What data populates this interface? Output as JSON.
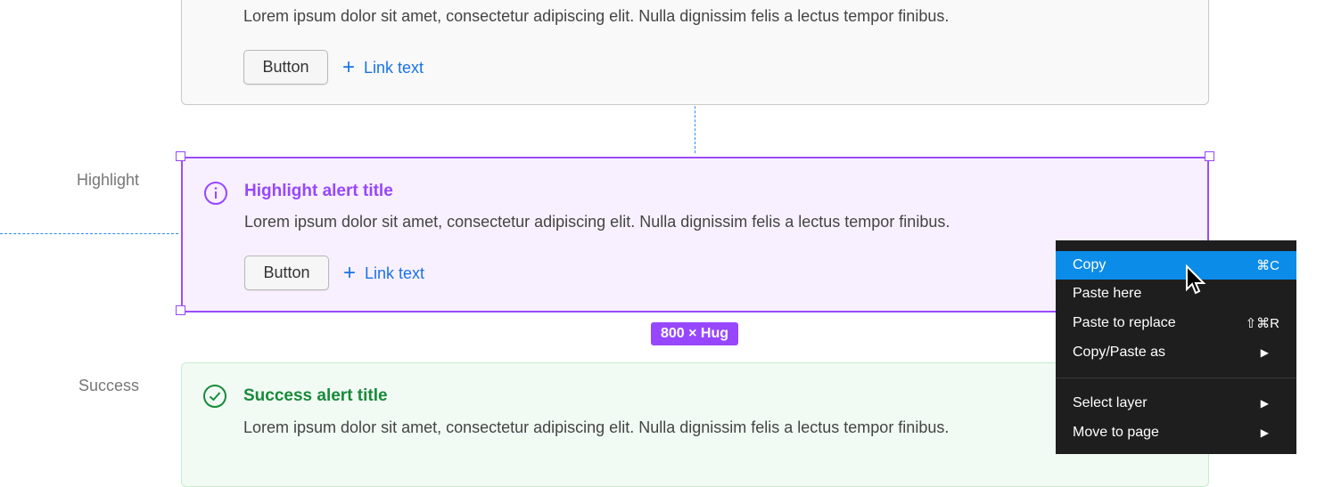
{
  "body_text": "Lorem ipsum dolor sit amet, consectetur adipiscing elit. Nulla dignissim felis a lectus tempor finibus.",
  "button_label": "Button",
  "link_label": "Link text",
  "highlight": {
    "side_label": "Highlight",
    "title": "Highlight alert title",
    "color": "#9747ff",
    "icon": "info-circle-icon"
  },
  "success": {
    "side_label": "Success",
    "title": "Success alert title",
    "color": "#198a3a",
    "icon": "check-circle-icon"
  },
  "size_badge": "800 × Hug",
  "context_menu": {
    "items": [
      {
        "label": "Copy",
        "shortcut": "⌘C",
        "active": true
      },
      {
        "label": "Paste here",
        "shortcut": ""
      },
      {
        "label": "Paste to replace",
        "shortcut": "⇧⌘R"
      },
      {
        "label": "Copy/Paste as",
        "submenu": true
      },
      {
        "label": "Select layer",
        "submenu": true
      },
      {
        "label": "Move to page",
        "submenu": true
      }
    ],
    "submenu_glyph": "▶"
  }
}
